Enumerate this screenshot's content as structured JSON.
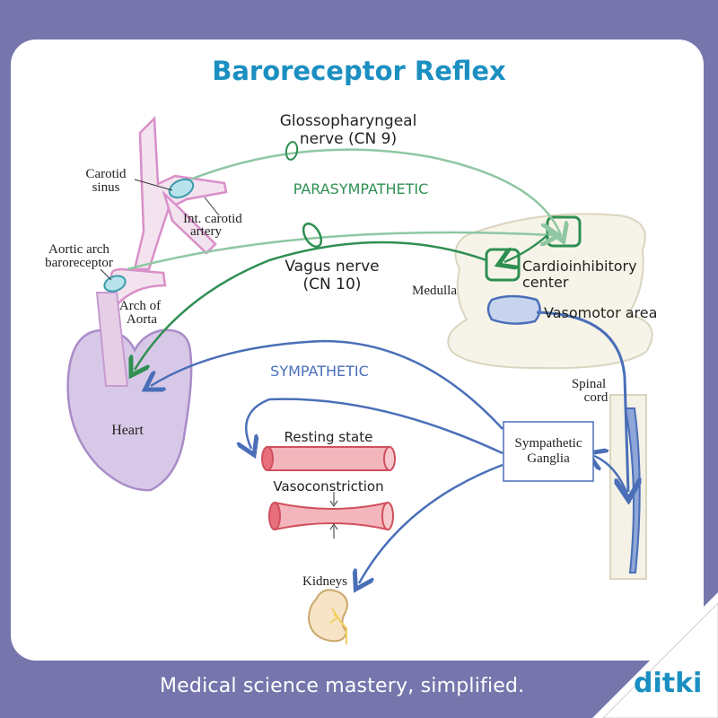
{
  "title": "Baroreceptor Reflex",
  "labels": {
    "glosso_line1": "Glossopharyngeal",
    "glosso_line2": "nerve (CN 9)",
    "parasympathetic": "PARASYMPATHETIC",
    "carotid_sinus_1": "Carotid",
    "carotid_sinus_2": "sinus",
    "int_carotid_1": "Int. carotid",
    "int_carotid_2": "artery",
    "aortic_baro_1": "Aortic arch",
    "aortic_baro_2": "baroreceptor",
    "arch_aorta_1": "Arch of",
    "arch_aorta_2": "Aorta",
    "vagus_1": "Vagus nerve",
    "vagus_2": "(CN 10)",
    "medulla": "Medulla",
    "cardioinhibitory_1": "Cardioinhibitory",
    "cardioinhibitory_2": "center",
    "vasomotor": "Vasomotor area",
    "sympathetic": "SYMPATHETIC",
    "heart": "Heart",
    "spinal_1": "Spinal",
    "spinal_2": "cord",
    "resting_state": "Resting state",
    "vasoconstriction": "Vasoconstriction",
    "ganglia_1": "Sympathetic",
    "ganglia_2": "Ganglia",
    "kidneys": "Kidneys"
  },
  "footer": {
    "tagline": "Medical science mastery, simplified.",
    "brand": "ditki"
  },
  "colors": {
    "background": "#7676ad",
    "title": "#1b8fc1",
    "parasympathetic": "#2f8f52",
    "glossopharyngeal": "#8fc7a2",
    "sympathetic": "#4a6fb8",
    "artery": "#e3a6d2",
    "heart": "#d8c8e8",
    "vessel": "#e8707c"
  }
}
